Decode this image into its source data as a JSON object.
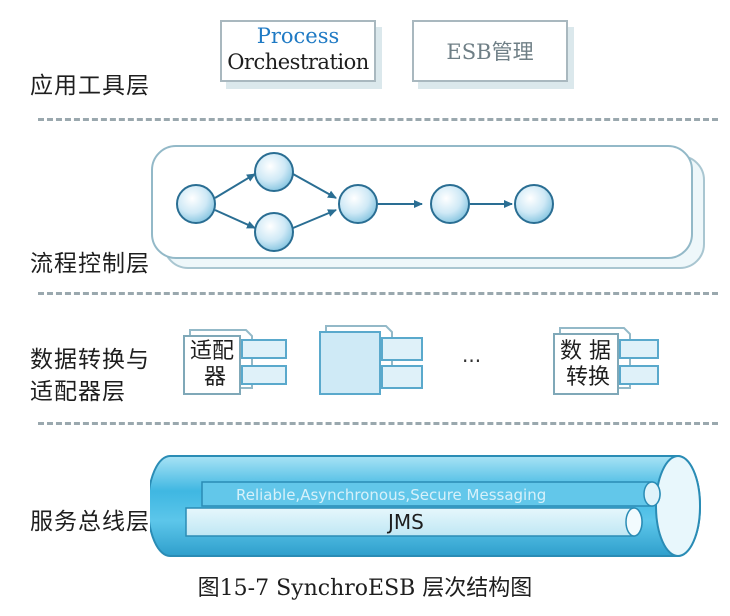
{
  "layers": {
    "app_tools": "应用工具层",
    "process_control": "流程控制层",
    "data_adapter_line1": "数据转换与",
    "data_adapter_line2": "适配器层",
    "service_bus": "服务总线层"
  },
  "app_tools": {
    "process_line1": "Process",
    "process_line2": "Orchestration",
    "esb_mgmt": "ESB管理"
  },
  "adapters": {
    "adapter_line1": "适配",
    "adapter_line2": "器",
    "ellipsis": "···",
    "transform_line1": "数 据",
    "transform_line2": "转换"
  },
  "bus": {
    "messaging": "Reliable,Asynchronous,Secure Messaging",
    "jms": "JMS"
  },
  "caption": "图15-7 SynchroESB 层次结构图",
  "colors": {
    "accent_blue": "#1f7ac4",
    "cyan": "#4dc4e8",
    "node_fill": "#cfe9f6"
  }
}
